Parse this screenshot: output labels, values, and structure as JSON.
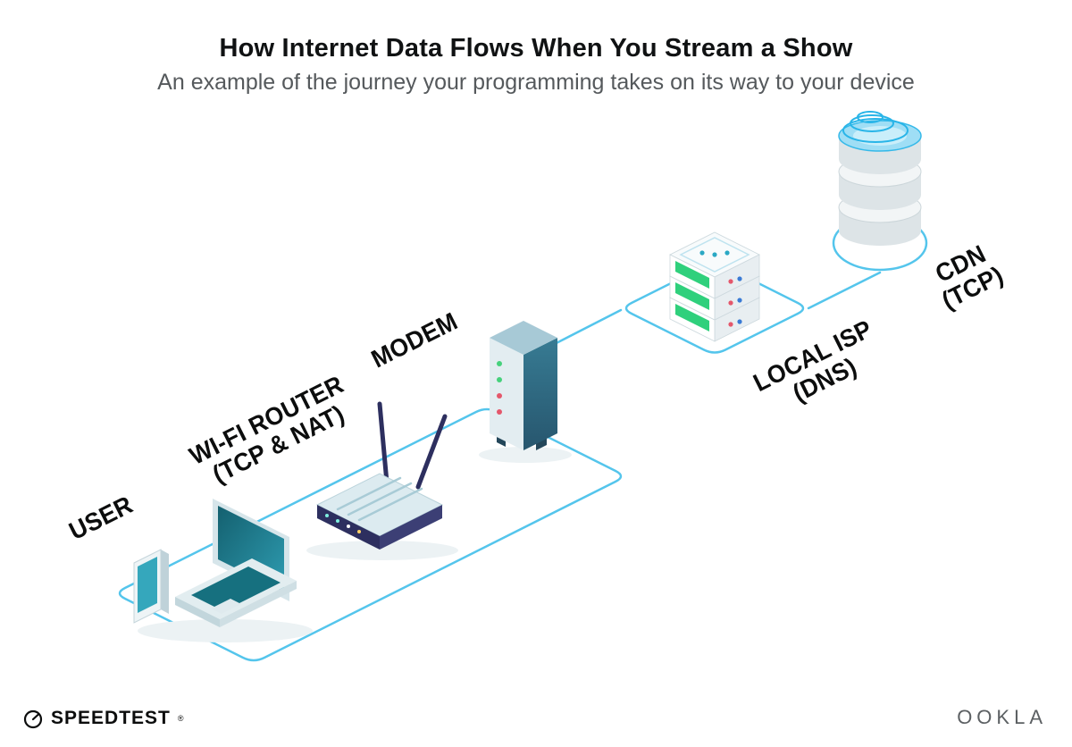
{
  "title": "How Internet Data Flows When You Stream a Show",
  "subtitle": "An example of the journey your programming takes on its way to your device",
  "nodes": {
    "user": {
      "label": "USER"
    },
    "wifi_router": {
      "label": "WI-FI ROUTER",
      "sublabel": "(TCP & NAT)"
    },
    "modem": {
      "label": "MODEM"
    },
    "local_isp": {
      "label": "LOCAL ISP",
      "sublabel": "(DNS)"
    },
    "cdn": {
      "label": "CDN",
      "sublabel": "(TCP)"
    }
  },
  "footer": {
    "speedtest_label": "SPEEDTEST",
    "speedtest_mark": "®",
    "ookla_label": "OOKLA"
  },
  "colors": {
    "connection_line": "#54c5ec",
    "device_teal": "#1f8399",
    "device_navy": "#2d2f5f",
    "server_green": "#2fd07c",
    "cdn_cyan": "#29b5e8",
    "label_black": "#0c0d0d"
  }
}
